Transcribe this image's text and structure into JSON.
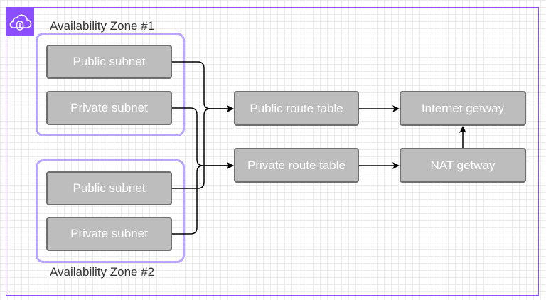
{
  "diagram": {
    "vpc_icon": "cloud-lock-icon",
    "zones": [
      {
        "label": "Availability Zone #1"
      },
      {
        "label": "Availability Zone #2"
      }
    ],
    "nodes": {
      "public_subnet_1": "Public subnet",
      "private_subnet_1": "Private subnet",
      "public_subnet_2": "Public subnet",
      "private_subnet_2": "Private subnet",
      "public_route_table": "Public route table",
      "private_route_table": "Private route table",
      "internet_gateway": "Internet getway",
      "nat_gateway": "NAT getway"
    },
    "edges": [
      {
        "from": "public_subnet_1",
        "to": "public_route_table"
      },
      {
        "from": "private_subnet_1",
        "to": "private_route_table"
      },
      {
        "from": "public_subnet_2",
        "to": "public_route_table"
      },
      {
        "from": "private_subnet_2",
        "to": "private_route_table"
      },
      {
        "from": "public_route_table",
        "to": "internet_gateway"
      },
      {
        "from": "private_route_table",
        "to": "nat_gateway"
      },
      {
        "from": "nat_gateway",
        "to": "internet_gateway"
      }
    ],
    "colors": {
      "vpc_border": "#8c4fff",
      "zone_border": "#b9a4ff",
      "node_fill": "#bdbdbd",
      "node_border": "#6f6f6f",
      "edge": "#000000"
    }
  }
}
